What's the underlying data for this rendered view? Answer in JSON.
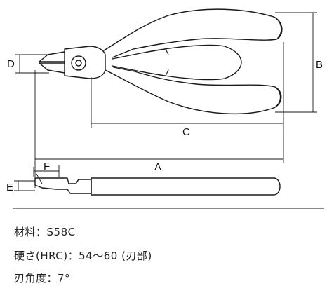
{
  "dimensions": {
    "A": "A",
    "B": "B",
    "C": "C",
    "D": "D",
    "E": "E",
    "F": "F"
  },
  "specs": [
    "材料：S58C",
    "硬さ(HRC)：54〜60 (刃部)",
    "刃角度：7°"
  ]
}
